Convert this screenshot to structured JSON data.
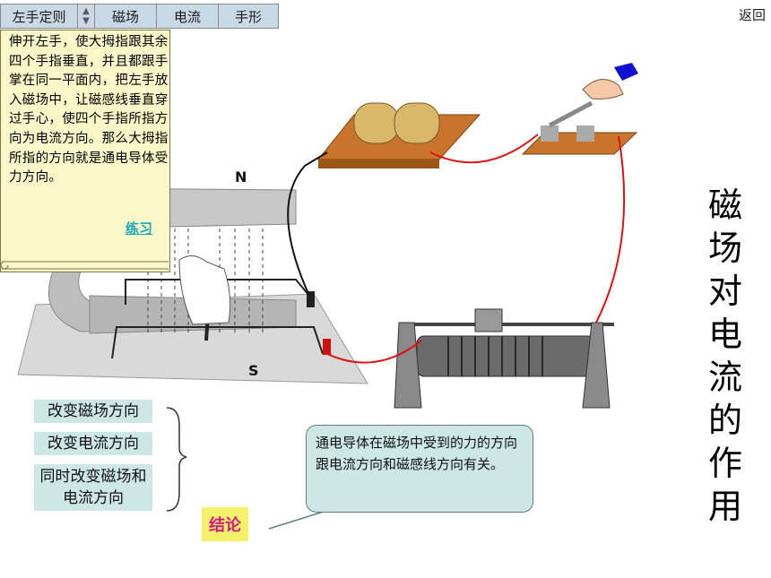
{
  "toolbar": {
    "main_label": "左手定则",
    "items": [
      "磁场",
      "电流",
      "手形"
    ]
  },
  "back_label": "返回",
  "rule_text": "伸开左手，使大拇指跟其余四个手指垂直，并且都跟手掌在同一平面内，把左手放入磁场中，让磁感线垂直穿过手心，使四个手指所指方向为电流方向。那么大拇指所指的方向就是通电导体受力方向。",
  "practice_link": "练习",
  "labels": {
    "north": "N",
    "south": "S"
  },
  "title": "磁场对电流的作用",
  "options": [
    "改变磁场方向",
    "改变电流方向",
    "同时改变磁场和电流方向"
  ],
  "conclusion_text": "通电导体在磁场中受到的力的方向跟电流方向和磁感线方向有关。",
  "conclusion_label": "结论",
  "colors": {
    "toolbar_bg": "#c9d9e6",
    "scroll_bg": "#faf7c8",
    "option_bg": "#cde6e6",
    "conclusion_label": "#d81a86",
    "practice_link": "#1aa6b8",
    "wire_red": "#e01010"
  }
}
